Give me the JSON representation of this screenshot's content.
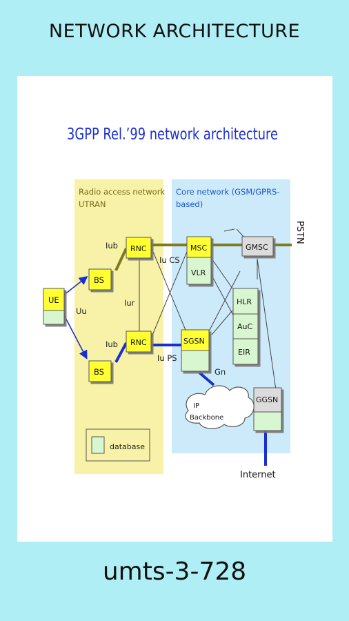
{
  "page_title": "NETWORK ARCHITECTURE",
  "footer_text": "umts-3-728",
  "diagram": {
    "title": "3GPP Rel.’99 network architecture",
    "regions": {
      "ran_line1": "Radio access network",
      "ran_line2": "UTRAN",
      "core_line1": "Core network (GSM/GPRS-",
      "core_line2": "based)"
    },
    "nodes": {
      "ue": "UE",
      "bs_top": "BS",
      "bs_bottom": "BS",
      "rnc_top": "RNC",
      "rnc_bottom": "RNC",
      "msc": "MSC",
      "vlr": "VLR",
      "gmsc": "GMSC",
      "hlr": "HLR",
      "auc": "AuC",
      "eir": "EIR",
      "sgsn": "SGSN",
      "ggsn": "GGSN"
    },
    "interfaces": {
      "uu": "Uu",
      "iub_top": "Iub",
      "iub_bottom": "Iub",
      "iur": "Iur",
      "iu_cs": "Iu CS",
      "iu_ps": "Iu PS",
      "gn": "Gn"
    },
    "cloud_line1": "IP",
    "cloud_line2": "Backbone",
    "pstn": "PSTN",
    "internet": "Internet",
    "legend_label": "database",
    "colors": {
      "ran_bg": "#f7f2a8",
      "core_bg": "#cdeafb",
      "node_yellow": "#ffff33",
      "node_green": "#d8f6d0",
      "link_olive": "#7d7a1f",
      "link_blue": "#1a2fd0",
      "title_blue": "#1a2fd0"
    }
  }
}
